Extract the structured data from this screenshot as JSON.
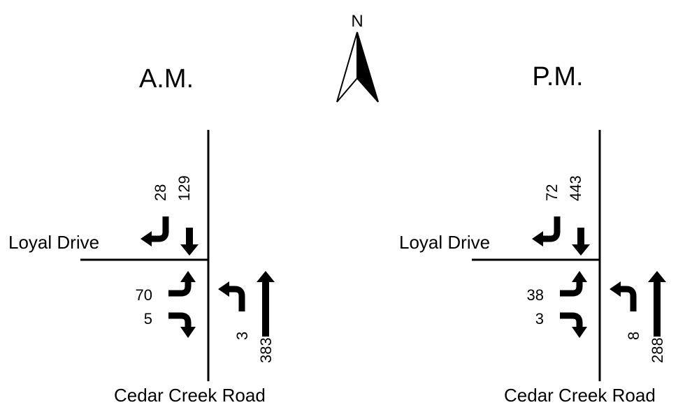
{
  "north_label": "N",
  "colors": {
    "ink": "#000000",
    "background": "#ffffff"
  },
  "panels": [
    {
      "period": "A.M.",
      "east_west_road": "Loyal Drive",
      "north_south_road": "Cedar Creek Road",
      "southbound_right": "28",
      "southbound_through": "129",
      "eastbound_left": "70",
      "eastbound_right": "5",
      "northbound_left": "3",
      "northbound_through": "383"
    },
    {
      "period": "P.M.",
      "east_west_road": "Loyal Drive",
      "north_south_road": "Cedar Creek Road",
      "southbound_right": "72",
      "southbound_through": "443",
      "eastbound_left": "38",
      "eastbound_right": "3",
      "northbound_left": "8",
      "northbound_through": "288"
    }
  ]
}
